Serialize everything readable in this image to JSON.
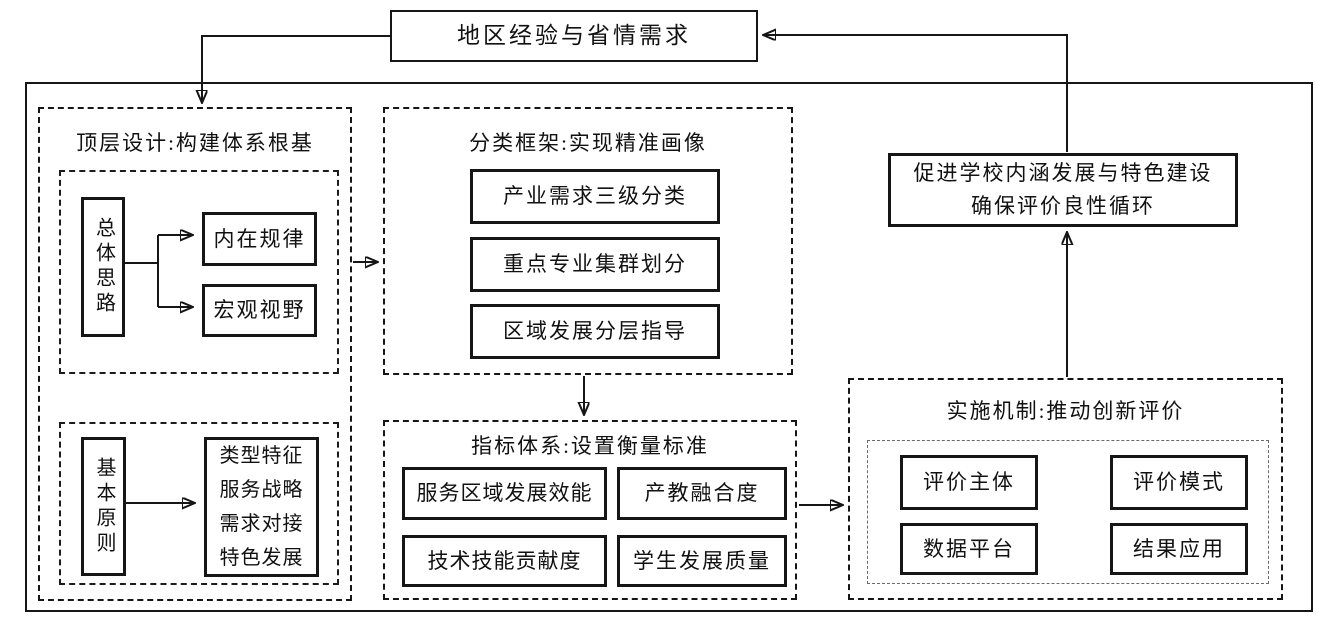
{
  "diagram": {
    "colors": {
      "line": "#161616",
      "background": "#ffffff"
    },
    "top_node": {
      "label": "地区经验与省情需求"
    },
    "design": {
      "title": "顶层设计:构建体系根基",
      "overall": {
        "source": "总体思路",
        "targets": [
          "内在规律",
          "宏观视野"
        ]
      },
      "principles": {
        "source": "基本原则",
        "lines": [
          "类型特征",
          "服务战略",
          "需求对接",
          "特色发展"
        ]
      }
    },
    "classification": {
      "title": "分类框架:实现精准画像",
      "items": [
        "产业需求三级分类",
        "重点专业集群划分",
        "区域发展分层指导"
      ]
    },
    "indicators": {
      "title": "指标体系:设置衡量标准",
      "items": [
        "服务区域发展效能",
        "产教融合度",
        "技术技能贡献度",
        "学生发展质量"
      ]
    },
    "implementation": {
      "title": "实施机制:推动创新评价",
      "items": [
        "评价主体",
        "评价模式",
        "数据平台",
        "结果应用"
      ]
    },
    "outcome": {
      "lines": [
        "促进学校内涵发展与特色建设",
        "确保评价良性循环"
      ]
    }
  }
}
